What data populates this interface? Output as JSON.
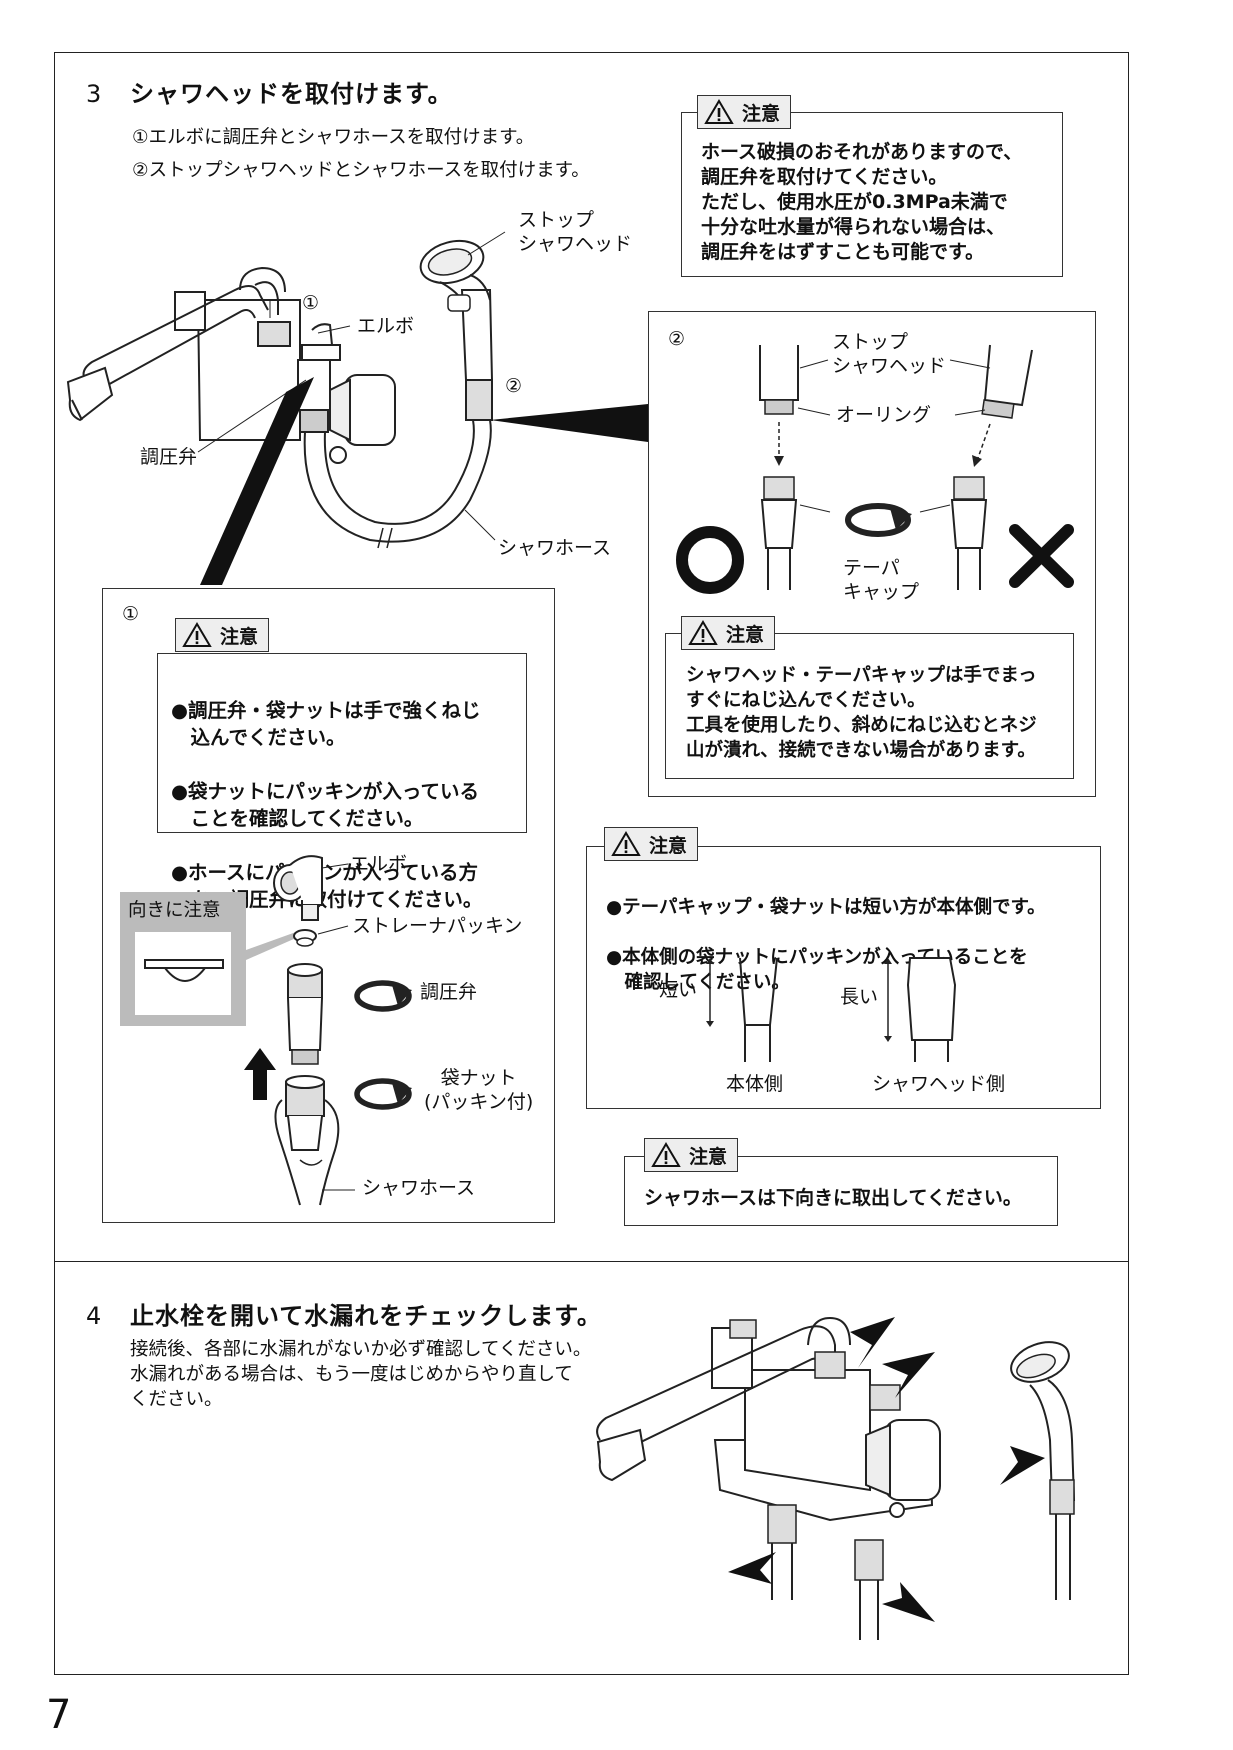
{
  "page_number": "7",
  "step3": {
    "number": "3",
    "title": "シャワヘッドを取付けます。",
    "line1": "①エルボに調圧弁とシャワホースを取付けます。",
    "line2": "②ストップシャワヘッドとシャワホースを取付けます。",
    "caution_top": {
      "tab": "注意",
      "body": "ホース破損のおそれがありますので、\n調圧弁を取付けてください。\nただし、使用水圧が0.3MPa未満で\n十分な吐水量が得られない場合は、\n調圧弁をはずすことも可能です。"
    },
    "main_labels": {
      "stop_head": "ストップ\nシャワヘッド",
      "circle1": "①",
      "elbow": "エルボ",
      "circle2": "②",
      "regulator": "調圧弁",
      "hose": "シャワホース"
    },
    "panel2": {
      "index": "②",
      "stop_head": "ストップ\nシャワヘッド",
      "oring": "オーリング",
      "taper_cap": "テーパ\nキャップ",
      "ok_mark": "○",
      "ng_mark": "✕",
      "caution": {
        "tab": "注意",
        "body": "シャワヘッド・テーパキャップは手でまっ\nすぐにねじ込んでください。\n工具を使用したり、斜めにねじ込むとネジ\n山が潰れ、接続できない場合があります。"
      }
    },
    "panel1": {
      "index": "①",
      "caution": {
        "tab": "注意",
        "bullets": [
          "●調圧弁・袋ナットは手で強くねじ\n　込んでください。",
          "●袋ナットにパッキンが入っている\n　ことを確認してください。",
          "●ホースにパッキンが入っている方\n　を、調圧弁に取付けてください。"
        ]
      },
      "orientation_label": "向きに注意",
      "elbow": "エルボ",
      "strainer": "ストレーナパッキン",
      "regulator": "調圧弁",
      "nut": "袋ナット\n(パッキン付)",
      "hose": "シャワホース"
    },
    "caution_mid": {
      "tab": "注意",
      "bullets": [
        "●テーパキャップ・袋ナットは短い方が本体側です。",
        "●本体側の袋ナットにパッキンが入っていることを\n　確認してください。"
      ],
      "short": "短い",
      "long": "長い",
      "body_side": "本体側",
      "head_side": "シャワヘッド側"
    },
    "caution_bottom": {
      "tab": "注意",
      "body": "シャワホースは下向きに取出してください。"
    }
  },
  "step4": {
    "number": "4",
    "title": "止水栓を開いて水漏れをチェックします。",
    "body": "接続後、各部に水漏れがないか必ず確認してください。\n水漏れがある場合は、もう一度はじめからやり直して\nください。"
  }
}
